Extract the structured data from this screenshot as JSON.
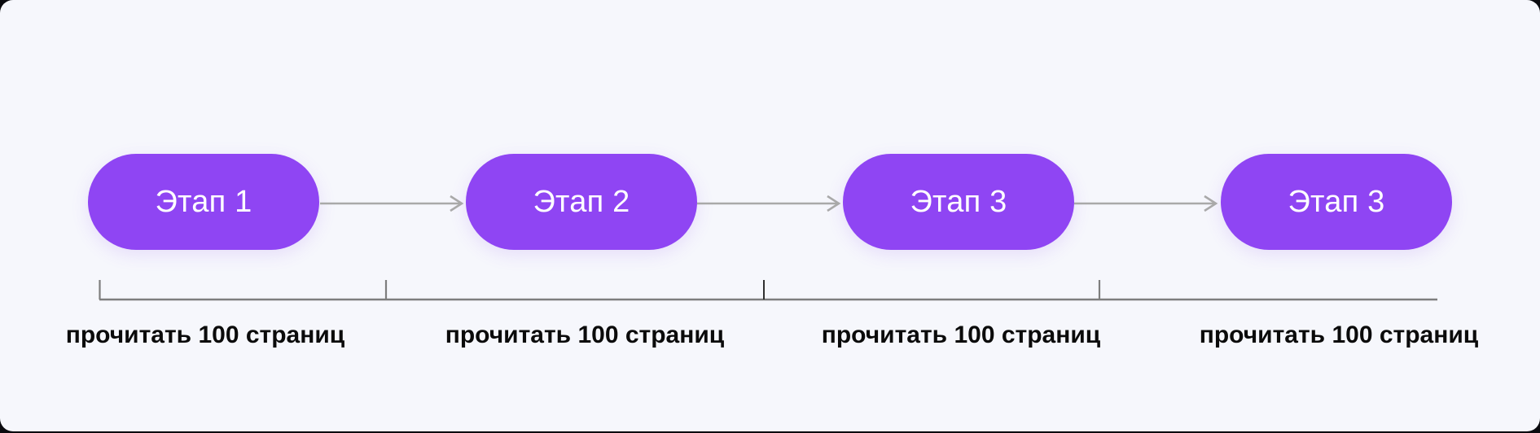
{
  "diagram": {
    "stages": [
      {
        "label": "Этап 1"
      },
      {
        "label": "Этап 2"
      },
      {
        "label": "Этап 3"
      },
      {
        "label": "Этап 3"
      }
    ],
    "segments": [
      {
        "label": "прочитать 100 страниц"
      },
      {
        "label": "прочитать 100 страниц"
      },
      {
        "label": "прочитать 100 страниц"
      },
      {
        "label": "прочитать 100 страниц"
      }
    ],
    "colors": {
      "stage_fill": "#8F45F3",
      "stage_text": "#FFFFFF",
      "arrow": "#A9A9A9",
      "ruler": "#7E7E7E",
      "label_text": "#0B0B0B",
      "canvas_background": "#F6F7FC",
      "page_background": "#0A0A0E"
    }
  }
}
